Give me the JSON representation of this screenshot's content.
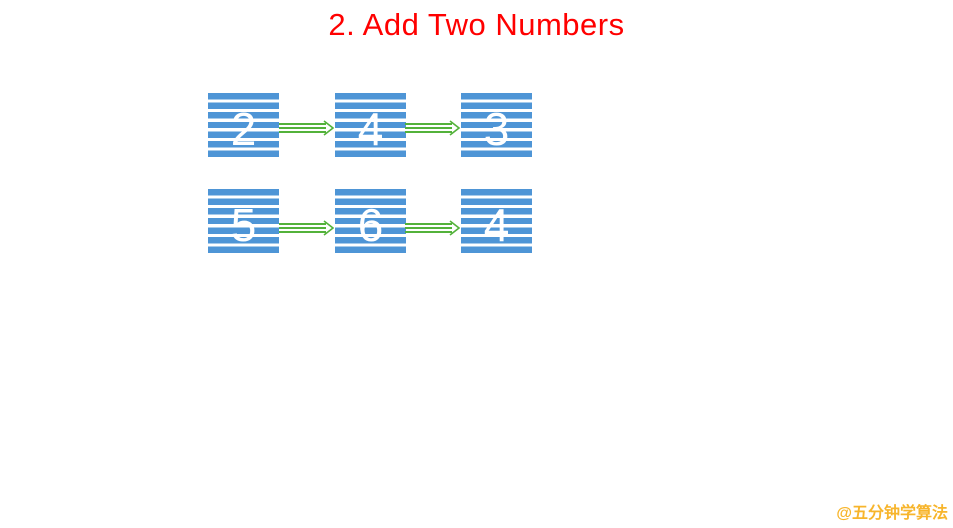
{
  "title": {
    "text": "2. Add Two Numbers"
  },
  "linked_lists": [
    {
      "name": "first-list",
      "nodes": [
        "2",
        "4",
        "3"
      ]
    },
    {
      "name": "second-list",
      "nodes": [
        "5",
        "6",
        "4"
      ]
    }
  ],
  "watermark": {
    "text": "@五分钟学算法"
  },
  "colors": {
    "title_red": "#ff0000",
    "stripe_blue": "#4e95d6",
    "arrow_green": "#53b23a",
    "digit_white": "#ffffff",
    "watermark_gold": "#f7b52c"
  }
}
